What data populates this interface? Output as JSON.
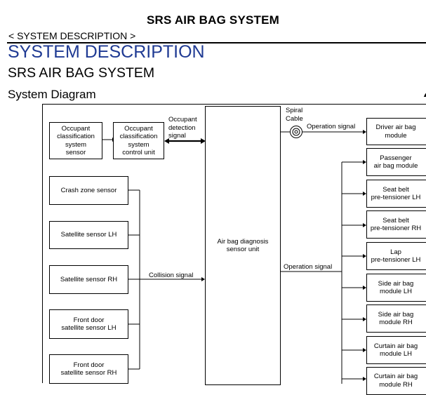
{
  "page": {
    "header": "SRS AIR BAG SYSTEM",
    "breadcrumb": "< SYSTEM DESCRIPTION >",
    "section_title": "SYSTEM DESCRIPTION",
    "subtitle": "SRS AIR BAG SYSTEM",
    "diagram_heading": "System Diagram",
    "corner_mark": "▲"
  },
  "diagram": {
    "left_top": {
      "occupant_sensor": "Occupant\nclassification\nsystem\nsensor",
      "occupant_control_unit": "Occupant\nclassification\nsystem\ncontrol unit",
      "occupant_detection_signal": "Occupant\ndetection\nsignal"
    },
    "left_sensors": [
      "Crash zone sensor",
      "Satellite sensor LH",
      "Satellite sensor RH",
      "Front door\nsatellite sensor LH",
      "Front door\nsatellite sensor RH"
    ],
    "collision_signal": "Collision signal",
    "center_unit": "Air bag diagnosis\nsensor unit",
    "spiral_cable": "Spiral\nCable",
    "operation_signal_top": "Operation signal",
    "operation_signal_mid": "Operation signal",
    "right_modules": [
      "Driver air bag\nmodule",
      "Passenger\nair bag module",
      "Seat belt\npre-tensioner LH",
      "Seat belt\npre-tensioner RH",
      "Lap\npre-tensioner LH",
      "Side air bag\nmodule LH",
      "Side air bag\nmodule RH",
      "Curtain air bag\nmodule LH",
      "Curtain air bag\nmodule RH"
    ]
  }
}
